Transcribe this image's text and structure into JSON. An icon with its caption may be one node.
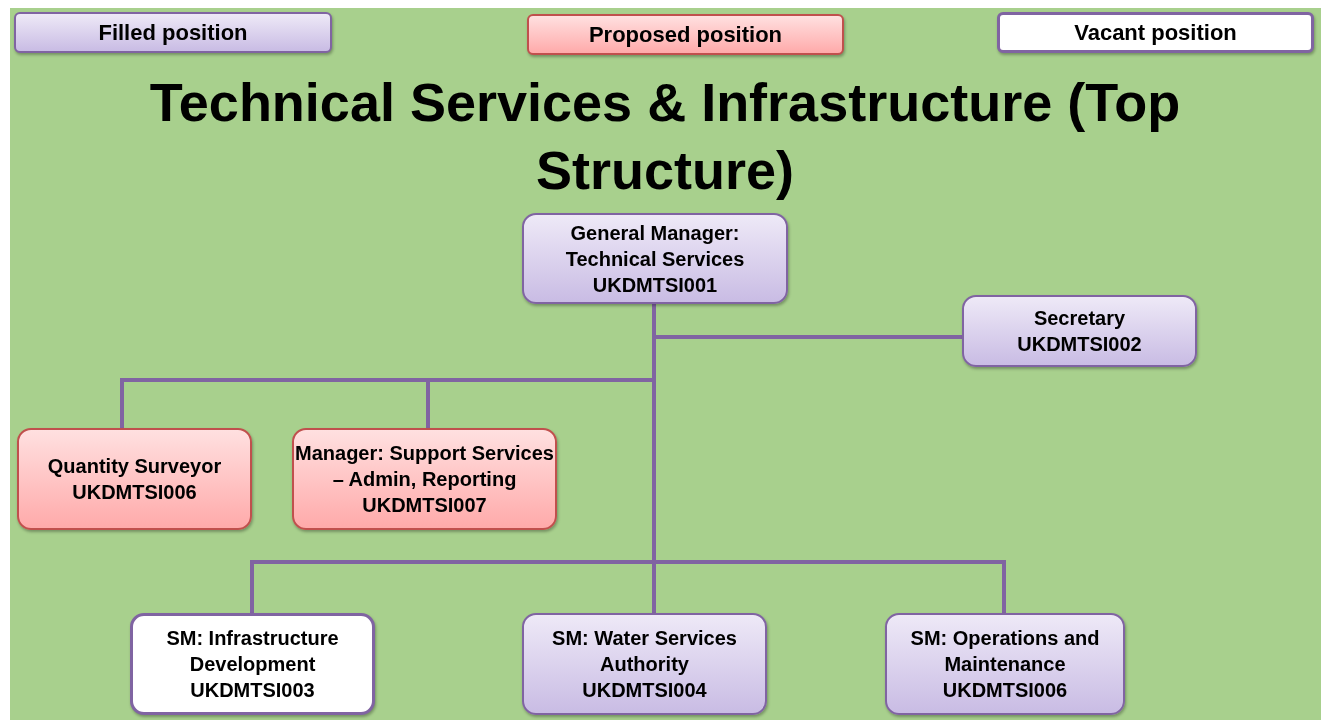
{
  "diagram": {
    "title": "Technical Services & Infrastructure (Top Structure)",
    "nodes": [
      {
        "text": [
          "General Manager: Technical Services",
          "UKDMTSI001"
        ]
      },
      {
        "text": [
          "Secretary",
          "UKDMTSI002"
        ]
      },
      {
        "text": [
          "Quantity Surveyor",
          "UKDMTSI006"
        ]
      },
      {
        "text": [
          "Manager: Support Services – Admin, Reporting",
          "UKDMTSI007"
        ]
      },
      {
        "text": [
          "SM: Infrastructure Development",
          "UKDMTSI003"
        ]
      },
      {
        "text": [
          "SM: Water Services Authority",
          "UKDMTSI004"
        ]
      },
      {
        "text": [
          "SM: Operations and Maintenance",
          "UKDMTSI006"
        ]
      }
    ],
    "edges": [
      {
        "from": 0,
        "to": 1,
        "arrow": "none"
      },
      {
        "from": 0,
        "to": 2,
        "arrow": "none"
      },
      {
        "from": 0,
        "to": 3,
        "arrow": "none"
      },
      {
        "from": 0,
        "to": 4,
        "arrow": "none"
      },
      {
        "from": 0,
        "to": 5,
        "arrow": "none"
      },
      {
        "from": 0,
        "to": 6,
        "arrow": "none"
      }
    ],
    "legend": [
      {
        "text": "Filled position",
        "color": "#dcd3ee"
      },
      {
        "text": "Proposed position",
        "color": "#ffc4c4"
      },
      {
        "text": "Vacant position",
        "color": "#ffffff"
      }
    ]
  }
}
